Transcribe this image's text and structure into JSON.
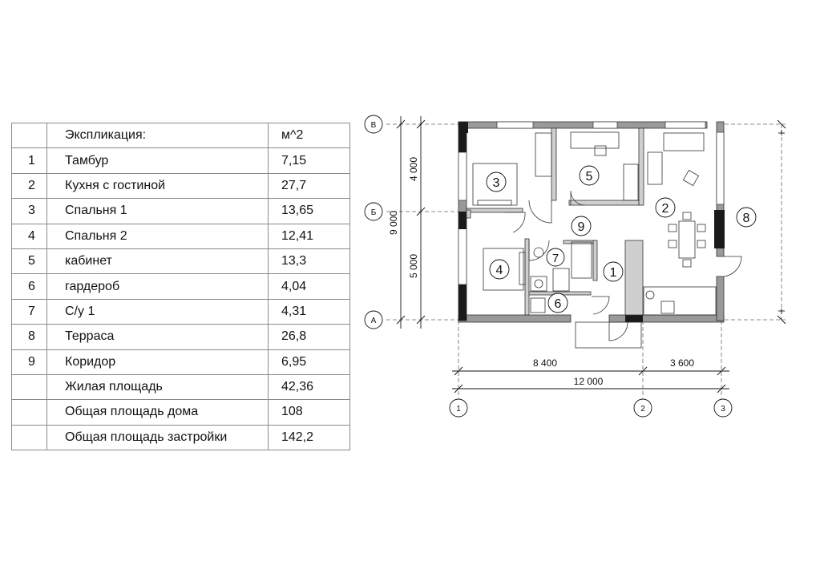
{
  "explication": {
    "header": {
      "number": "",
      "name": "Экспликация:",
      "unit": "м^2"
    },
    "rows": [
      {
        "number": "1",
        "name": "Тамбур",
        "area": "7,15"
      },
      {
        "number": "2",
        "name": "Кухня с гостиной",
        "area": "27,7"
      },
      {
        "number": "3",
        "name": "Спальня 1",
        "area": "13,65"
      },
      {
        "number": "4",
        "name": "Спальня 2",
        "area": "12,41"
      },
      {
        "number": "5",
        "name": "кабинет",
        "area": "13,3"
      },
      {
        "number": "6",
        "name": "гардероб",
        "area": "4,04"
      },
      {
        "number": "7",
        "name": "С/у 1",
        "area": "4,31"
      },
      {
        "number": "8",
        "name": "Терраса",
        "area": "26,8"
      },
      {
        "number": "9",
        "name": "Коридор",
        "area": "6,95"
      },
      {
        "number": "",
        "name": "Жилая площадь",
        "area": "42,36"
      },
      {
        "number": "",
        "name": "Общая площадь дома",
        "area": "108"
      },
      {
        "number": "",
        "name": "Общая площадь застройки",
        "area": "142,2"
      }
    ]
  },
  "plan": {
    "axes": {
      "row_letters": [
        "В",
        "Б",
        "А"
      ],
      "col_numbers": [
        "1",
        "2",
        "3"
      ]
    },
    "dimensions": {
      "vertical_total": "9 000",
      "vertical_top": "4 000",
      "vertical_bottom": "5 000",
      "horizontal_left": "8 400",
      "horizontal_right": "3 600",
      "horizontal_total": "12 000"
    },
    "rooms": {
      "r1": "1",
      "r2": "2",
      "r3": "3",
      "r4": "4",
      "r5": "5",
      "r6": "6",
      "r7": "7",
      "r8": "8",
      "r9": "9"
    }
  }
}
